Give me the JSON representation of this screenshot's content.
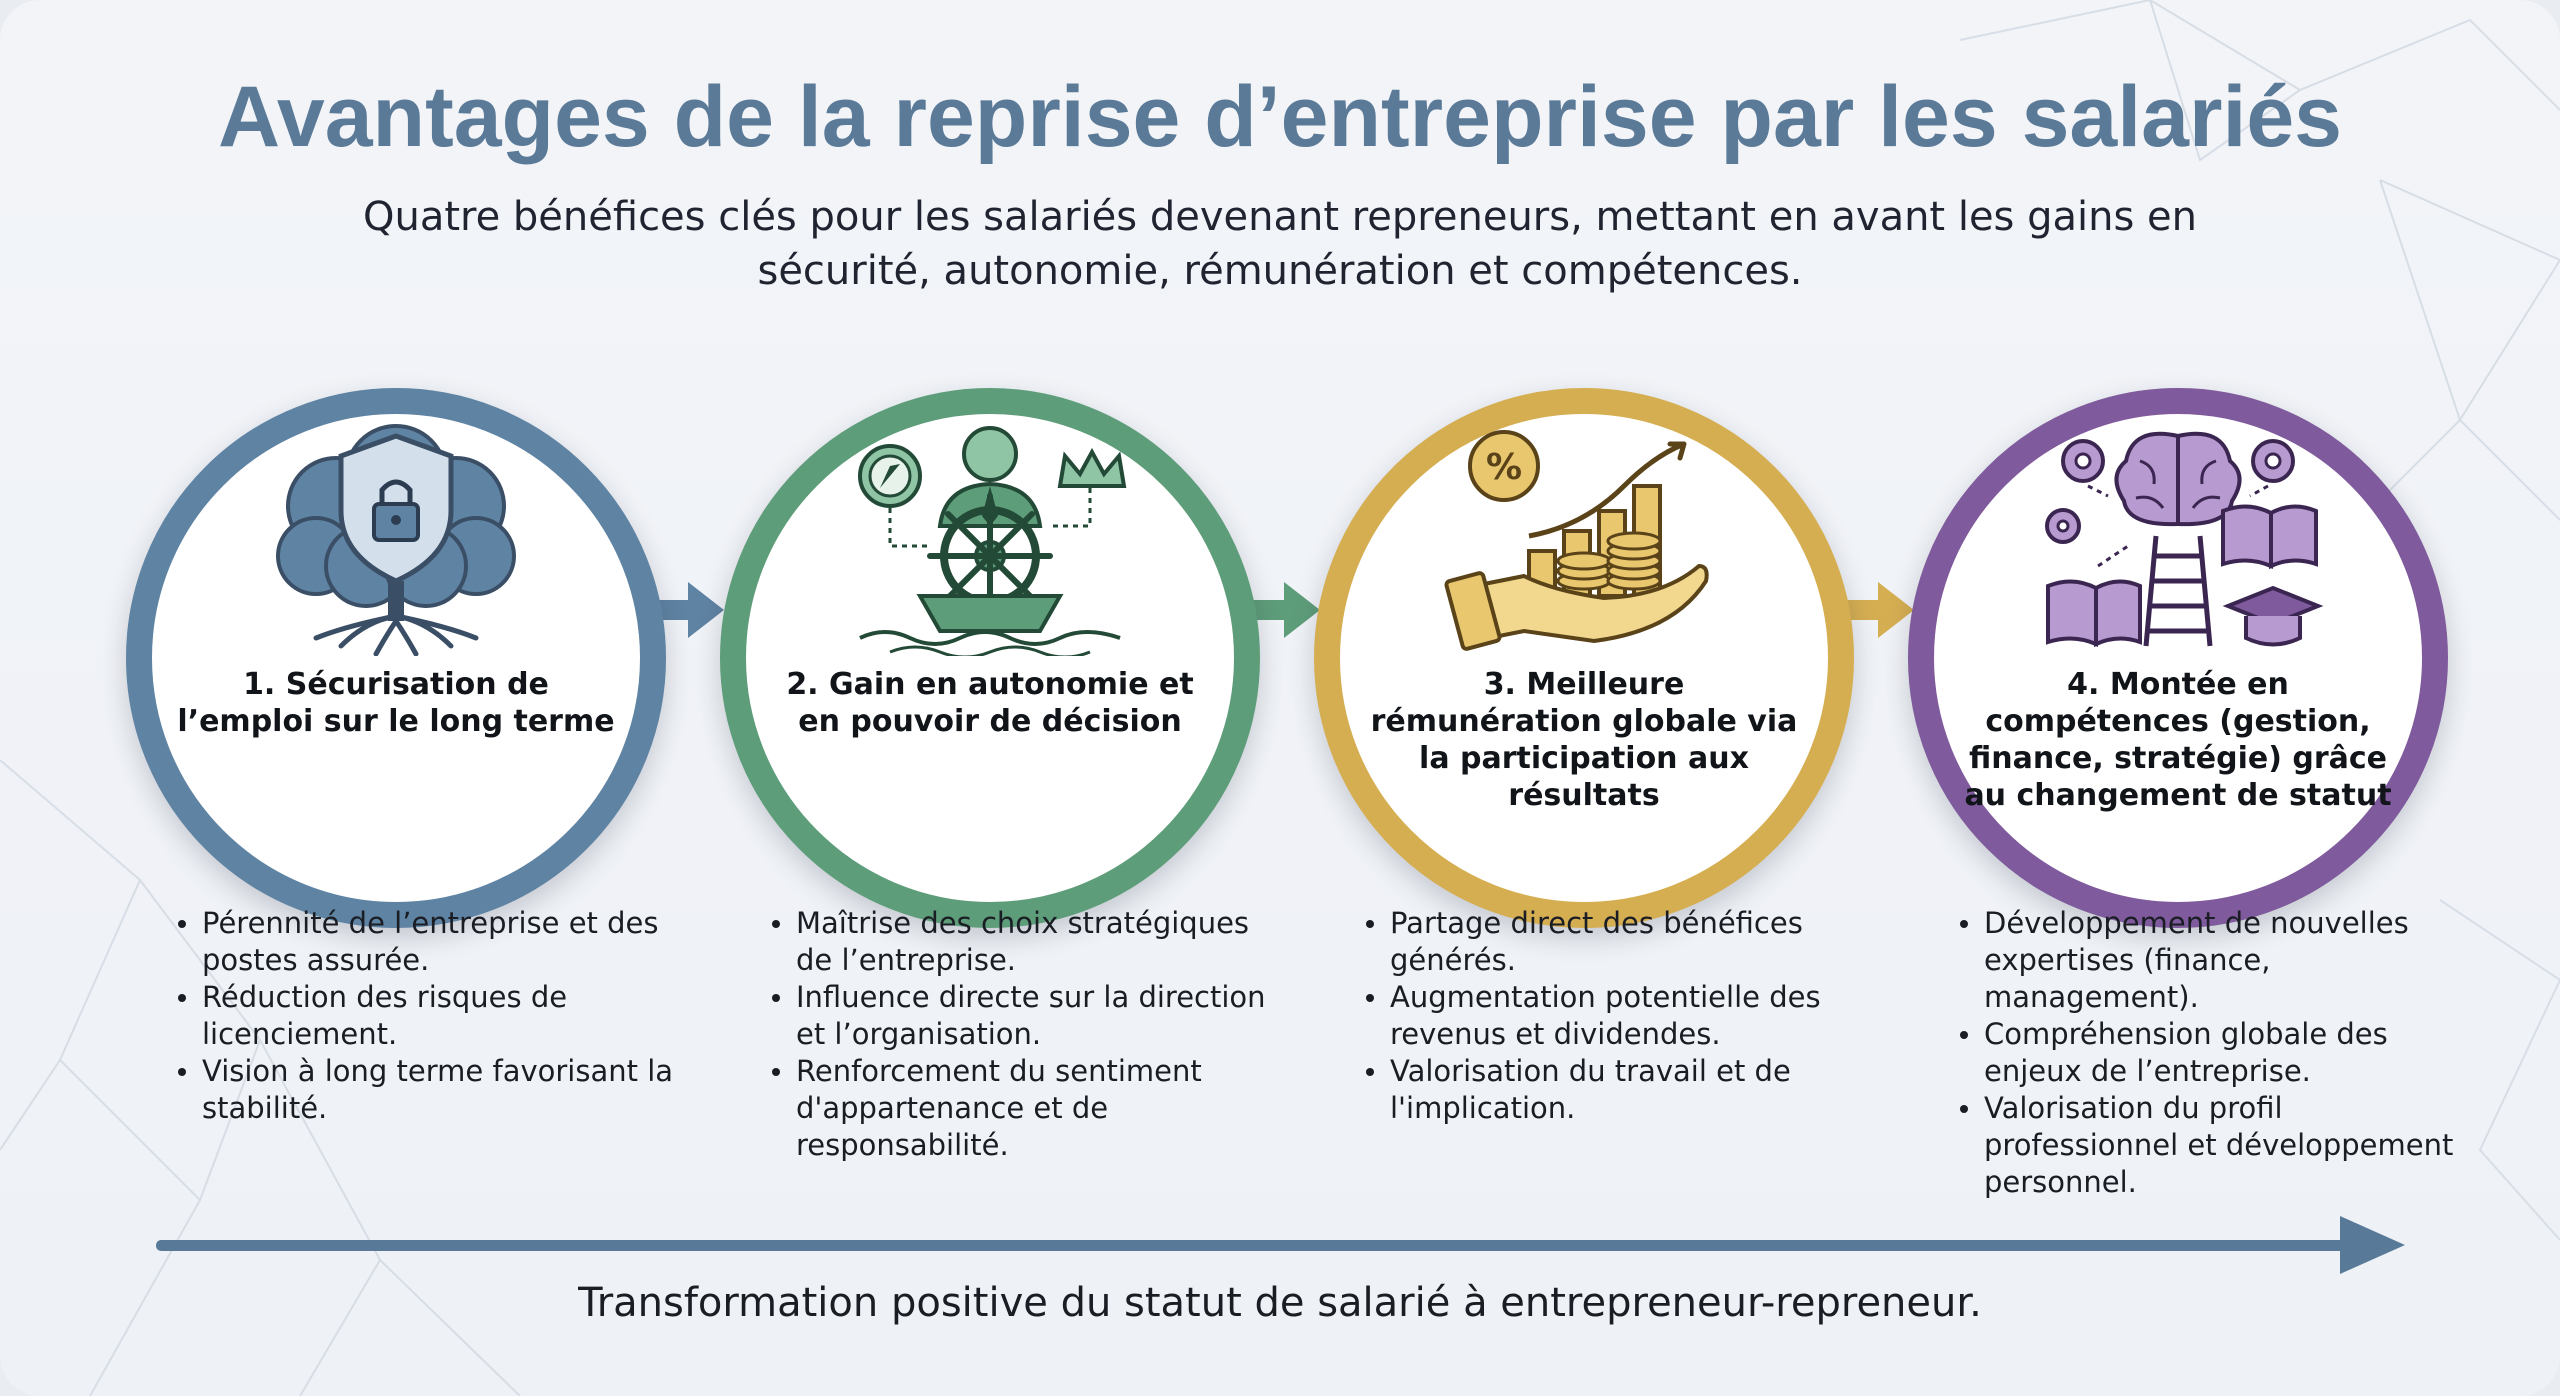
{
  "title": "Avantages de la reprise d’entreprise par les salariés",
  "subtitle": "Quatre bénéfices clés pour les salariés devenant repreneurs, mettant en avant les gains en sécurité, autonomie, rémunération et compétences.",
  "colors": {
    "step1": "#5f83a3",
    "step2": "#5e9d7a",
    "step3": "#d6ae52",
    "step4": "#7f5a9c",
    "title": "#5a7a98",
    "arrow": "#587a98"
  },
  "steps": [
    {
      "icon": "tree-shield-lock-icon",
      "title": "1. Sécurisation de l’emploi sur le long terme",
      "bullets": [
        "Pérennité de l’entreprise et des postes assurée.",
        "Réduction des risques de licenciement.",
        "Vision à long terme favorisant la stabilité."
      ]
    },
    {
      "icon": "helmsman-wheel-boat-icon",
      "title": "2. Gain en autonomie et en pouvoir de décision",
      "bullets": [
        "Maîtrise des choix stratégiques de l’entreprise.",
        "Influence directe sur la direction et l’organisation.",
        "Renforcement du sentiment d'appartenance et de responsabilité."
      ]
    },
    {
      "icon": "hand-coins-growth-icon",
      "title": "3. Meilleure rémunération globale via la participation aux résultats",
      "bullets": [
        "Partage direct des bénéfices générés.",
        "Augmentation potentielle des revenus et dividendes.",
        "Valorisation du travail et de l'implication."
      ]
    },
    {
      "icon": "brain-ladder-books-icon",
      "title": "4. Montée en compétences (gestion, finance, stratégie) grâce au changement de statut",
      "bullets": [
        "Développement de nouvelles expertises (finance, management).",
        "Compréhension globale des enjeux de l’entreprise.",
        "Valorisation du profil professionnel et développement personnel."
      ]
    }
  ],
  "footer": "Transformation positive du statut de salarié à entrepreneur-repreneur."
}
